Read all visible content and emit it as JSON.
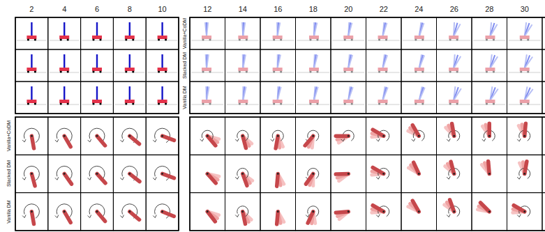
{
  "diagram": {
    "labels": [
      "2",
      "4",
      "6",
      "8",
      "10",
      "12",
      "14",
      "16",
      "18",
      "20",
      "22",
      "24",
      "26",
      "28",
      "30",
      "Vanilla+CoDM",
      "Stacked DM",
      "Vanilla DM",
      "Vanilla+CoDM",
      "Stacked DM",
      "Vanilla DM"
    ]
  }
}
